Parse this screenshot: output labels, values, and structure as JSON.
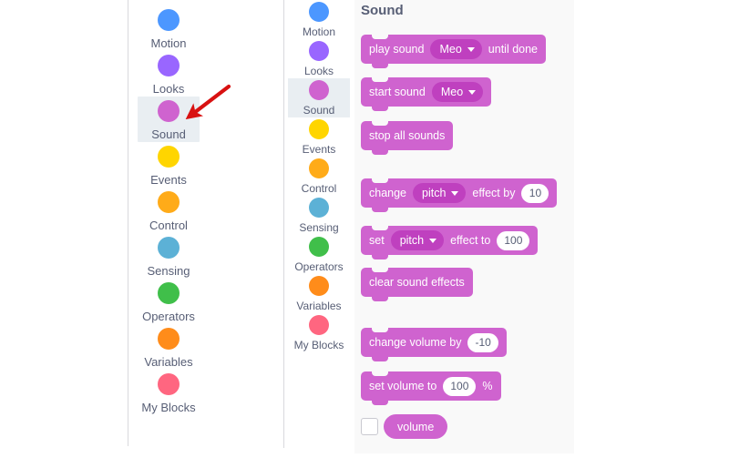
{
  "palette": {
    "title": "Sound",
    "background_color": "#f9f9f9",
    "block_color": "#cf63cf",
    "field_color": "#bf40bf"
  },
  "categories": [
    {
      "label": "Motion",
      "color": "#4c97ff",
      "selected": false
    },
    {
      "label": "Looks",
      "color": "#9966ff",
      "selected": false
    },
    {
      "label": "Sound",
      "color": "#cf63cf",
      "selected": true
    },
    {
      "label": "Events",
      "color": "#ffd500",
      "selected": false
    },
    {
      "label": "Control",
      "color": "#ffab19",
      "selected": false
    },
    {
      "label": "Sensing",
      "color": "#5cb1d6",
      "selected": false
    },
    {
      "label": "Operators",
      "color": "#40bf4a",
      "selected": false
    },
    {
      "label": "Variables",
      "color": "#ff8c1a",
      "selected": false
    },
    {
      "label": "My Blocks",
      "color": "#ff6680",
      "selected": false
    }
  ],
  "blocks": [
    {
      "name": "play-sound-until-done",
      "parts": [
        {
          "kind": "text",
          "value": "play sound"
        },
        {
          "kind": "dropdown",
          "value": "Meo"
        },
        {
          "kind": "text",
          "value": "until done"
        }
      ]
    },
    {
      "name": "start-sound",
      "parts": [
        {
          "kind": "text",
          "value": "start sound"
        },
        {
          "kind": "dropdown",
          "value": "Meo"
        }
      ]
    },
    {
      "name": "stop-all-sounds",
      "parts": [
        {
          "kind": "text",
          "value": "stop all sounds"
        }
      ]
    },
    {
      "name": "change-effect-by",
      "parts": [
        {
          "kind": "text",
          "value": "change"
        },
        {
          "kind": "dropdown",
          "value": "pitch"
        },
        {
          "kind": "text",
          "value": "effect by"
        },
        {
          "kind": "number",
          "value": "10"
        }
      ]
    },
    {
      "name": "set-effect-to",
      "parts": [
        {
          "kind": "text",
          "value": "set"
        },
        {
          "kind": "dropdown",
          "value": "pitch"
        },
        {
          "kind": "text",
          "value": "effect to"
        },
        {
          "kind": "number",
          "value": "100"
        }
      ]
    },
    {
      "name": "clear-sound-effects",
      "parts": [
        {
          "kind": "text",
          "value": "clear sound effects"
        }
      ]
    },
    {
      "name": "change-volume-by",
      "parts": [
        {
          "kind": "text",
          "value": "change volume by"
        },
        {
          "kind": "number",
          "value": "-10"
        }
      ]
    },
    {
      "name": "set-volume-to",
      "parts": [
        {
          "kind": "text",
          "value": "set volume to"
        },
        {
          "kind": "number",
          "value": "100"
        },
        {
          "kind": "text",
          "value": "%"
        }
      ]
    }
  ],
  "reporter": {
    "label": "volume",
    "checked": false
  },
  "annotation": {
    "arrow_color": "#d81111",
    "points_to": "Sound"
  }
}
